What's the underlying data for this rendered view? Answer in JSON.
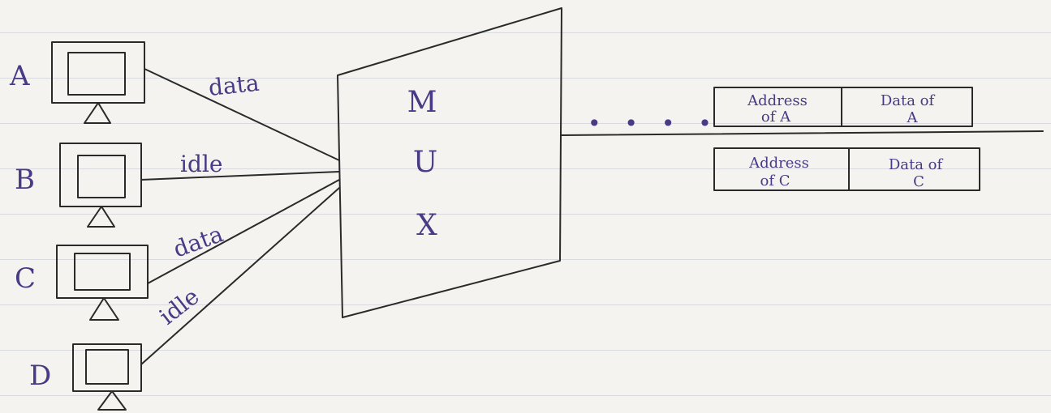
{
  "stations": [
    {
      "id": "A",
      "label": "A",
      "link_label": "data"
    },
    {
      "id": "B",
      "label": "B",
      "link_label": "idle"
    },
    {
      "id": "C",
      "label": "C",
      "link_label": "data"
    },
    {
      "id": "D",
      "label": "D",
      "link_label": "idle"
    }
  ],
  "mux": {
    "letters": [
      "M",
      "U",
      "X"
    ]
  },
  "output": {
    "ellipsis": "• • • •",
    "frame_top": [
      {
        "line1": "Address",
        "line2": "of A"
      },
      {
        "line1": "Data of",
        "line2": "A"
      }
    ],
    "frame_bottom": [
      {
        "line1": "Address",
        "line2": "of C"
      },
      {
        "line1": "Data of",
        "line2": "C"
      }
    ]
  },
  "colors": {
    "ink": "#2a2a2a",
    "pen": "#4a3a86",
    "paper": "#f4f3ef",
    "rule": "#d9dadd"
  }
}
